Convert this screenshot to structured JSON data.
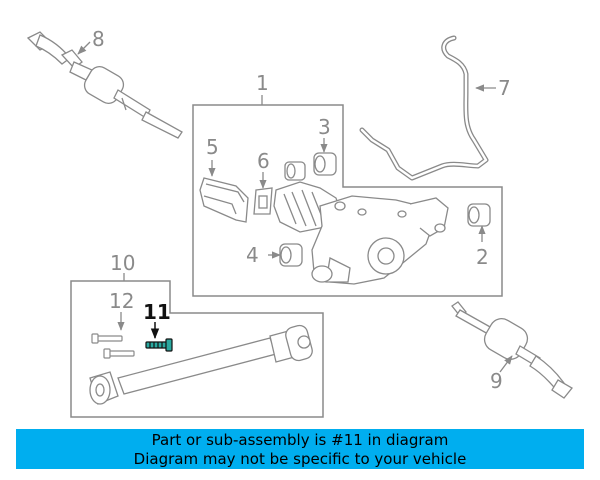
{
  "colors": {
    "accent": "#00aeef",
    "line": "#8a8a8a",
    "highlight": "#111111",
    "highlight_part": "#2aa9a0"
  },
  "banner": {
    "line1": "Part or sub-assembly is #11 in diagram",
    "line2": "Diagram may not be specific to your vehicle"
  },
  "callouts": {
    "c1": "1",
    "c2": "2",
    "c3": "3",
    "c4": "4",
    "c5": "5",
    "c6": "6",
    "c7": "7",
    "c8": "8",
    "c9": "9",
    "c10": "10",
    "c11": "11",
    "c12": "12"
  },
  "highlighted_part": "11"
}
